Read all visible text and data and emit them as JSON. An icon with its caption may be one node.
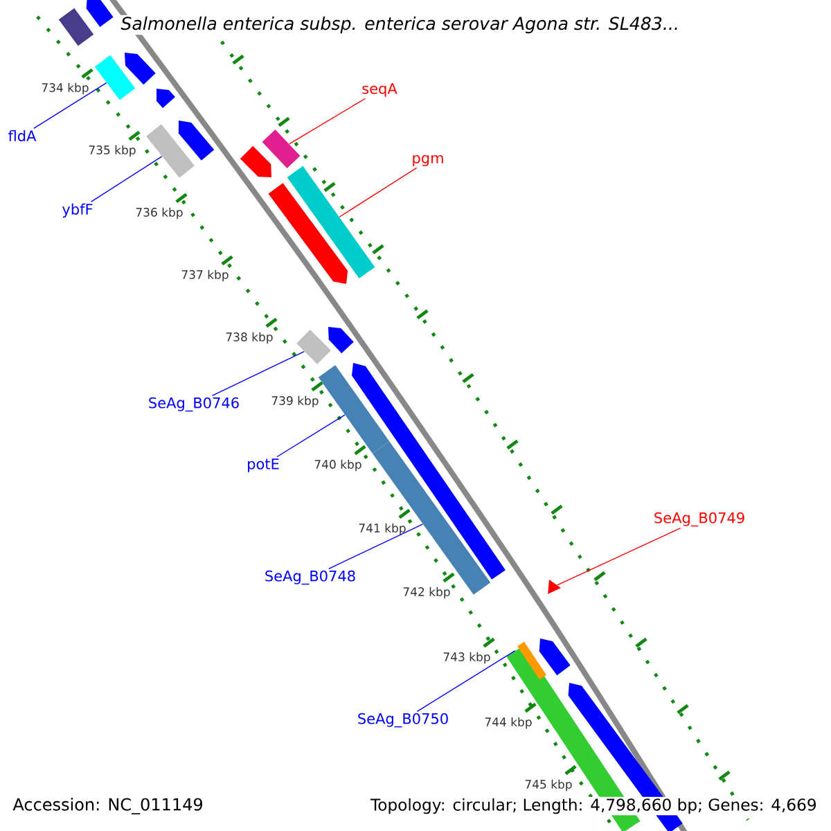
{
  "diagram": {
    "title": "Salmonella enterica subsp. enterica serovar Agona str. SL483...",
    "nodes": [
      {
        "text": [
          "seqA"
        ]
      },
      {
        "text": [
          "fldA"
        ]
      },
      {
        "text": [
          "pgm"
        ]
      },
      {
        "text": [
          "ybfF"
        ]
      },
      {
        "text": [
          "SeAg_B0746"
        ]
      },
      {
        "text": [
          "potE"
        ]
      },
      {
        "text": [
          "SeAg_B0749"
        ]
      },
      {
        "text": [
          "SeAg_B0748"
        ]
      },
      {
        "text": [
          "SeAg_B0750"
        ]
      },
      {
        "text": [],
        "shape": "bar"
      },
      {
        "text": [],
        "shape": "bar"
      },
      {
        "text": [],
        "shape": "bar"
      },
      {
        "text": [],
        "shape": "bar"
      },
      {
        "text": [],
        "shape": "bar"
      },
      {
        "text": [],
        "shape": "bar"
      },
      {
        "text": [],
        "shape": "bar"
      },
      {
        "text": [],
        "shape": "bar"
      },
      {
        "text": [],
        "shape": "bar"
      },
      {
        "text": [],
        "shape": "bar"
      },
      {
        "text": [],
        "shape": "bar"
      },
      {
        "text": [],
        "shape": "bar"
      },
      {
        "text": [],
        "shape": "bar"
      },
      {
        "text": [],
        "shape": "bar"
      },
      {
        "text": [],
        "shape": "bar"
      },
      {
        "text": [],
        "shape": "bar"
      },
      {
        "text": [],
        "shape": "triangle"
      },
      {
        "text": [],
        "shape": "bar"
      },
      {
        "text": [],
        "shape": "bar"
      },
      {
        "text": [],
        "shape": "bar"
      },
      {
        "text": [],
        "shape": "bar"
      }
    ],
    "edges": [
      {
        "from": 0,
        "to": 16,
        "arrow": "none",
        "color": "#ff0000"
      },
      {
        "from": 1,
        "to": 12,
        "arrow": "none"
      },
      {
        "from": 2,
        "to": 18,
        "arrow": "none",
        "color": "#ff0000"
      },
      {
        "from": 3,
        "to": 15,
        "arrow": "none"
      },
      {
        "from": 4,
        "to": 21,
        "arrow": "none"
      },
      {
        "from": 5,
        "to": 23,
        "arrow": "none"
      },
      {
        "from": 6,
        "to": 25,
        "arrow": "none",
        "color": "#ff0000"
      },
      {
        "from": 7,
        "to": 24,
        "arrow": "none"
      },
      {
        "from": 8,
        "to": 28,
        "arrow": "none"
      }
    ],
    "labels": [
      "734 kbp",
      "735 kbp",
      "736 kbp",
      "737 kbp",
      "738 kbp",
      "739 kbp",
      "740 kbp",
      "741 kbp",
      "742 kbp",
      "743 kbp",
      "744 kbp",
      "745 kbp",
      "Accession: NC_011149",
      "Topology: circular; Length: 4,798,660 bp; Genes: 4,669"
    ]
  }
}
